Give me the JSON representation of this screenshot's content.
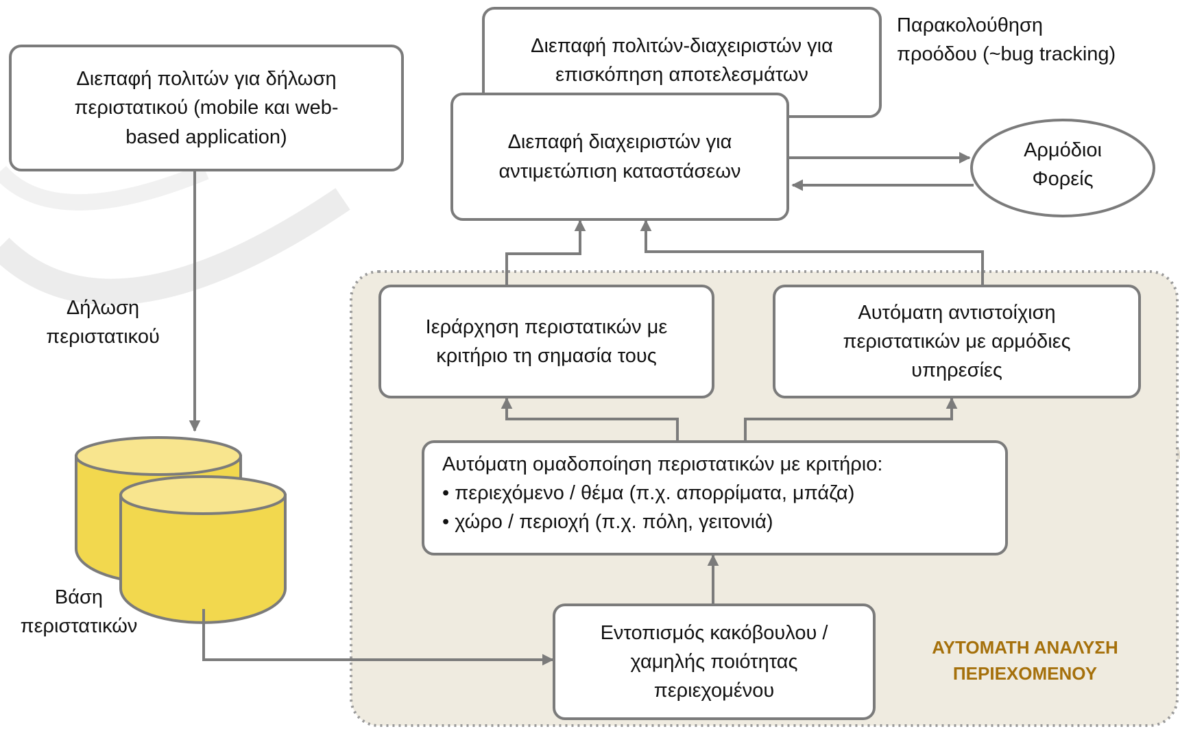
{
  "diagram": {
    "citizen_interface": "Διεπαφή πολιτών για δήλωση\nπεριστατικού (mobile και web-\nbased application)",
    "results_interface": "Διεπαφή πολιτών-διαχειριστών για\nεπισκόπηση αποτελεσμάτων",
    "progress_label": "Παρακολούθηση\nπροόδου (~bug tracking)",
    "admin_interface": "Διεπαφή διαχειριστών για\nαντιμετώπιση καταστάσεων",
    "agencies": "Αρμόδιοι\nΦορείς",
    "report_label": "Δήλωση\nπεριστατικού",
    "database_label": "Βάση\nπεριστατικών",
    "ranking": "Ιεράρχηση περιστατικών με\nκριτήριο τη σημασία τους",
    "matching": "Αυτόματη αντιστοίχιση\nπεριστατικών με αρμόδιες\nυπηρεσίες",
    "clustering": {
      "heading": "Αυτόματη ομαδοποίηση περιστατικών με κριτήριο:",
      "items": [
        "περιεχόμενο / θέμα (π.χ. απορρίματα, μπάζα)",
        "χώρο / περιοχή (π.χ. πόλη, γειτονιά)"
      ]
    },
    "detection": "Εντοπισμός κακόβουλου /\nχαμηλής ποιότητας\nπεριεχομένου",
    "analysis_title": "ΑΥΤΟΜΑΤΗ ΑΝΑΛΥΣΗ\nΠΕΡΙΕΧΟΜΕΝΟΥ"
  },
  "colors": {
    "border": "#7b7b7b",
    "region_fill": "#efebe0",
    "db_fill": "#f2d84e",
    "db_top": "#f8e58e",
    "analysis_title": "#a5700b",
    "watermark": "#ececec"
  }
}
